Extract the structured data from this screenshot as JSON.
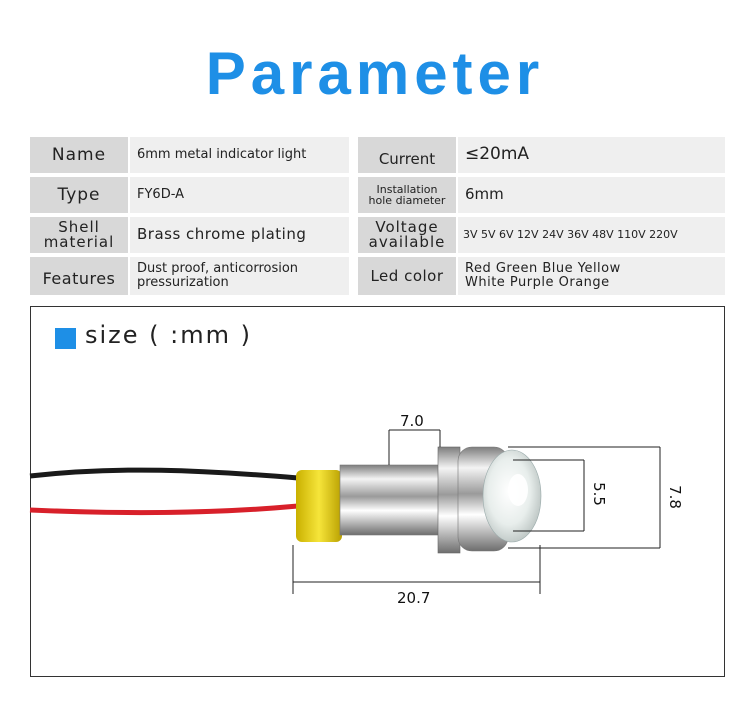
{
  "title": "Parameter",
  "specs": {
    "name_label": "Name",
    "name_value": "6mm metal indicator light",
    "current_label": "Current",
    "current_value": "≤20mA",
    "type_label": "Type",
    "type_value": "FY6D-A",
    "install_label_1": "Installation",
    "install_label_2": "hole diameter",
    "install_value": "6mm",
    "shell_label_1": "Shell",
    "shell_label_2": "material",
    "shell_value": "Brass chrome plating",
    "voltage_label_1": "Voltage",
    "voltage_label_2": "available",
    "voltage_value": "3V 5V 6V 12V 24V 36V 48V 110V 220V",
    "features_label": "Features",
    "features_value_1": "Dust proof, anticorrosion",
    "features_value_2": "pressurization",
    "led_label": "Led color",
    "led_value_1": "Red Green Blue Yellow",
    "led_value_2": "White Purple Orange"
  },
  "size": {
    "title": "size ( :mm )",
    "dim_hex": "7.0",
    "dim_lens": "5.5",
    "dim_head": "7.8",
    "dim_length": "20.7"
  },
  "colors": {
    "accent": "#1e8fe6",
    "label_bg": "#d8d8d8",
    "value_bg": "#efefef"
  }
}
